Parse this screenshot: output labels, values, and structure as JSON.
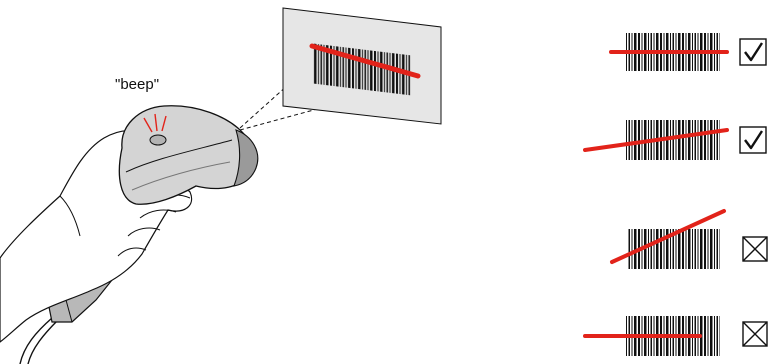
{
  "caption": {
    "beep": "\"beep\""
  },
  "colors": {
    "laser": "#e2231a",
    "scanner_body": "#d4d4d4",
    "scanner_shadow": "#bdbdbd",
    "card": "#e6e6e6",
    "outline": "#111111"
  },
  "examples": [
    {
      "id": "horizontal-scan",
      "result": "check-icon"
    },
    {
      "id": "slight-angle-scan",
      "result": "check-icon"
    },
    {
      "id": "steep-angle-scan",
      "result": "cross-icon"
    },
    {
      "id": "partial-scan",
      "result": "cross-icon"
    }
  ]
}
